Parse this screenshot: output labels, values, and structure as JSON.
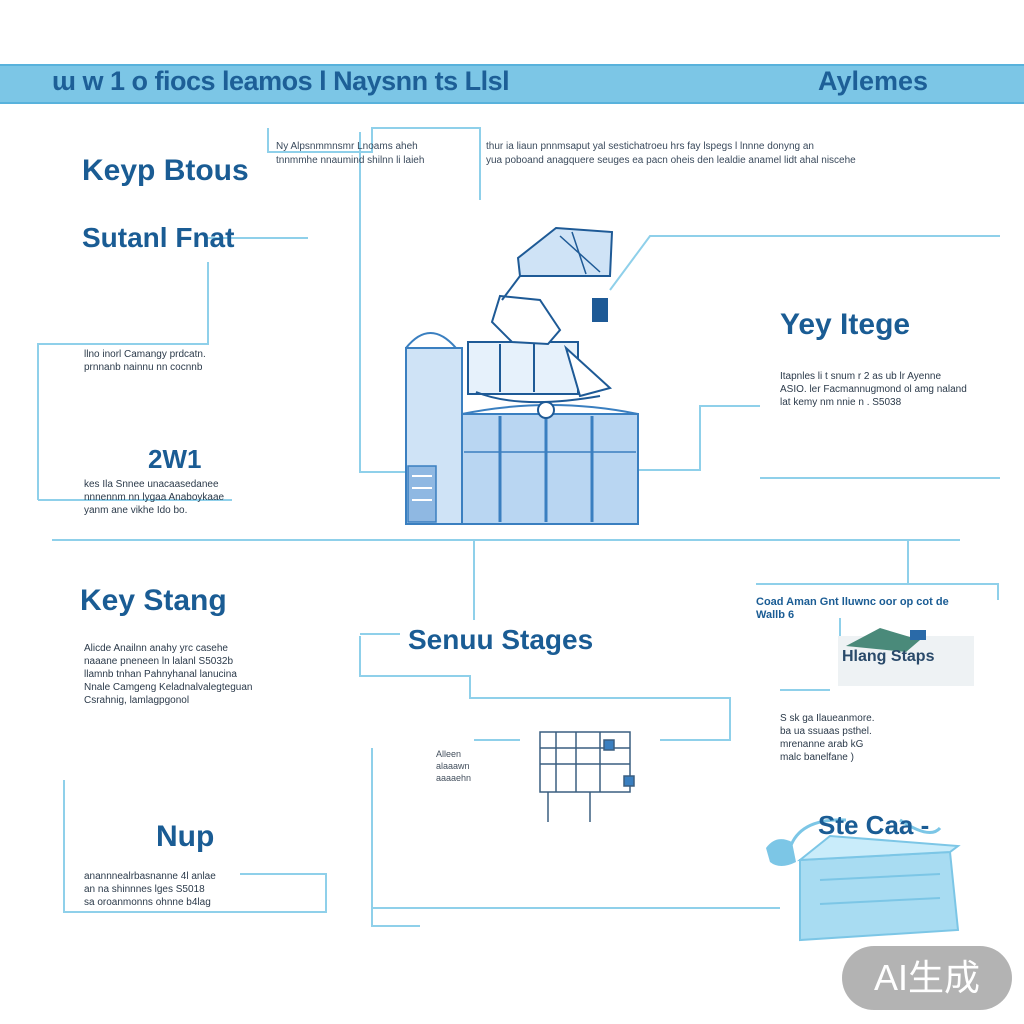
{
  "header": {
    "title": "ɯ w 1 o fiocs  leamos l Naysnn ts Llsl",
    "right": "Aylemes"
  },
  "top_text": {
    "left_lines": [
      "Ny Alpsnmmnsmr   Lnoams aheh",
      "tnnmmhe nnaumind shilnn li laieh"
    ],
    "right_lines": [
      "thur ia liaun  pnnmsaput  yal  sestichatroeu  hrs  fay lspegs  l lnnne  donyng an",
      "yua poboand  anagquere  seuges  ea  pacn oheis den  lealdie  anamel lidt   ahal  niscehe"
    ]
  },
  "left_column": {
    "heading1": "Keyp Btous",
    "heading2": "Sutanl Fnat",
    "text1": [
      "llno inorl Camangy prdcatn.",
      "prnnanb nainnu nn cocnnb"
    ],
    "stat": "2W1",
    "text2": [
      "kes Ila Snnee  unacaasedanee",
      "nnnennm nn lygaa Anaboykaae",
      "yanm ane vikhe Ido bo."
    ]
  },
  "right_column": {
    "heading": "Yey Itege",
    "text": [
      "Itapnles li t snum r  2 as ub  lr Ayenne",
      "ASIO. ler Facmannugmond  ol amg naland",
      "lat kemy nm  nnie  n . S5038"
    ]
  },
  "lower_left": {
    "heading": "Key Stang",
    "text": [
      "Alicde Anailnn anahy yrc casehe",
      "naaane pneneen ln lalanl  S5032b",
      "llamnb tnhan Pahnyhanal lanucina",
      "Nnale Camgeng  Keladnalvalegteguan",
      "Csrahnig, lamlagpgonol"
    ]
  },
  "center": {
    "heading": "Senuu Stages",
    "labels": [
      "Alleen",
      "alaaawn",
      "aaaaehn"
    ]
  },
  "right_lower": {
    "title": "Coad  Aman  Gnt  lluwnc  oor  op  cot  de",
    "subtitle": "Wallb 6",
    "image_label": "Hlang Staps",
    "text": [
      "S  sk  ga  Ilaueanmore.",
      "ba ua  ssuaas  psthel.",
      "mrenanne arab  kG",
      "malc banelfane )"
    ]
  },
  "bottom_left": {
    "heading": "Nup",
    "text": [
      "anannnealrbasnanne  4l  anlae",
      "an na shinnnes lges  S5018",
      "sa  oroanmonns ohnne  b4lag"
    ]
  },
  "bottom_right": {
    "heading": "Ste Caa -"
  },
  "badge": {
    "label": "AI生成"
  },
  "colors": {
    "banner": "#7cc6e6",
    "heading": "#1a5c94",
    "line": "#8fd0ea",
    "illustration_blue": "#3a7fc0",
    "illustration_fill": "#a9cdee"
  }
}
